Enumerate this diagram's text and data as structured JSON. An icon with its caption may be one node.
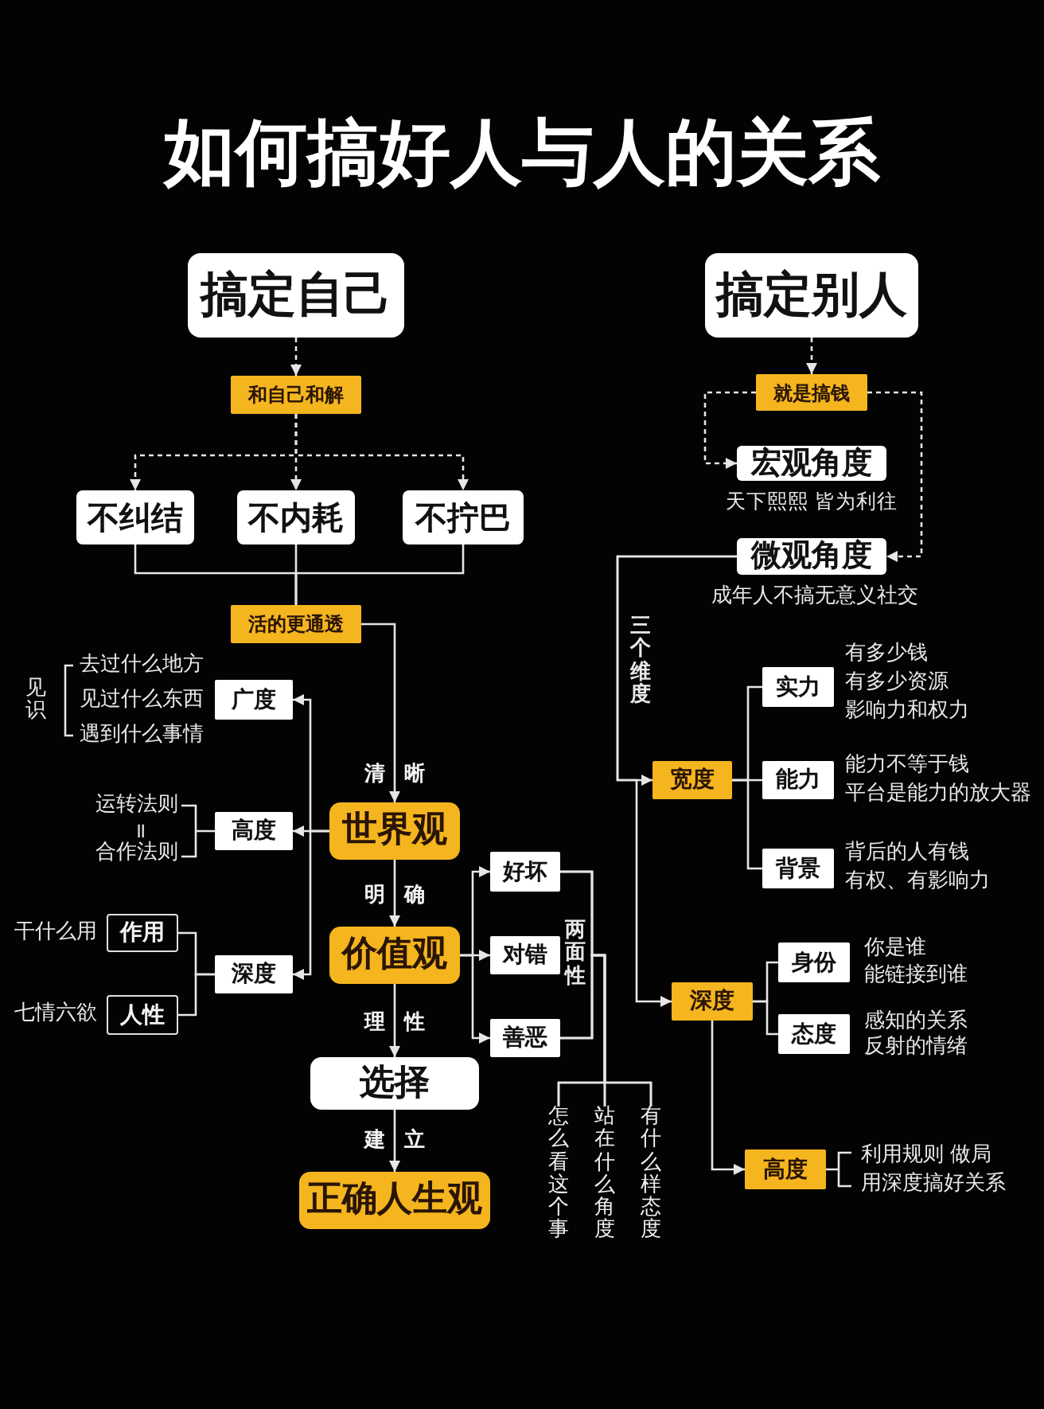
{
  "diagram": {
    "title": "如何搞好人与人的关系",
    "nodes": [
      {
        "text": [
          "搞定自己"
        ]
      },
      {
        "text": [
          "搞定别人"
        ]
      },
      {
        "text": [
          "和自己和解"
        ]
      },
      {
        "text": [
          "就是搞钱"
        ]
      },
      {
        "text": [
          "宏观角度"
        ],
        "beside": [
          "天下熙熙 皆为利往"
        ]
      },
      {
        "text": [
          "不纠结"
        ]
      },
      {
        "text": [
          "不内耗"
        ]
      },
      {
        "text": [
          "不拧巴"
        ]
      },
      {
        "text": [
          "微观角度"
        ],
        "beside": [
          "成年人不搞无意义社交"
        ]
      },
      {
        "text": [
          "活的更通透"
        ]
      },
      {
        "text": [
          "广度"
        ],
        "beside": [
          "见识",
          "去过什么地方",
          "见过什么东西",
          "遇到什么事情"
        ]
      },
      {
        "text": [
          "实力"
        ],
        "beside": [
          "有多少钱",
          "有多少资源",
          "影响力和权力"
        ]
      },
      {
        "text": [
          "宽度"
        ]
      },
      {
        "text": [
          "能力"
        ],
        "beside": [
          "能力不等于钱",
          "平台是能力的放大器"
        ]
      },
      {
        "text": [
          "高度"
        ],
        "beside": [
          "运转法则",
          "=",
          "合作法则"
        ]
      },
      {
        "text": [
          "世界观"
        ]
      },
      {
        "text": [
          "好坏"
        ]
      },
      {
        "text": [
          "背景"
        ],
        "beside": [
          "背后的人有钱",
          "有权、有影响力"
        ]
      },
      {
        "text": [
          "作用"
        ],
        "beside": [
          "干什么用"
        ]
      },
      {
        "text": [
          "价值观"
        ]
      },
      {
        "text": [
          "对错"
        ]
      },
      {
        "text": [
          "身份"
        ],
        "beside": [
          "你是谁",
          "能链接到谁"
        ]
      },
      {
        "text": [
          "深度"
        ]
      },
      {
        "text": [
          "深度"
        ]
      },
      {
        "text": [
          "人性"
        ],
        "beside": [
          "七情六欲"
        ]
      },
      {
        "text": [
          "善恶"
        ]
      },
      {
        "text": [
          "态度"
        ],
        "beside": [
          "感知的关系",
          "反射的情绪"
        ]
      },
      {
        "text": [
          "选择"
        ]
      },
      {
        "text": [
          "怎么看这个事"
        ]
      },
      {
        "text": [
          "站在什么角度"
        ]
      },
      {
        "text": [
          "有什么样态度"
        ]
      },
      {
        "text": [
          "高度"
        ],
        "beside": [
          "利用规则 做局",
          "用深度搞好关系"
        ]
      },
      {
        "text": [
          "正确人生观"
        ]
      }
    ],
    "edges": [
      {
        "from": 0,
        "to": 2,
        "arrow": "to",
        "style": "dashed"
      },
      {
        "from": 1,
        "to": 3,
        "arrow": "to",
        "style": "dashed"
      },
      {
        "from": 2,
        "to": 5,
        "arrow": "to",
        "style": "dashed"
      },
      {
        "from": 2,
        "to": 6,
        "arrow": "to",
        "style": "dashed"
      },
      {
        "from": 2,
        "to": 7,
        "arrow": "to",
        "style": "dashed"
      },
      {
        "from": 3,
        "to": 4,
        "arrow": "to",
        "style": "dashed"
      },
      {
        "from": 3,
        "to": 8,
        "arrow": "to",
        "style": "dashed"
      },
      {
        "from": 5,
        "to": 9,
        "arrow": "none"
      },
      {
        "from": 6,
        "to": 9,
        "arrow": "none"
      },
      {
        "from": 7,
        "to": 9,
        "arrow": "none"
      },
      {
        "from": 9,
        "to": 15,
        "arrow": "to",
        "label": "清晰"
      },
      {
        "from": 15,
        "to": 10,
        "arrow": "to"
      },
      {
        "from": 15,
        "to": 14,
        "arrow": "to"
      },
      {
        "from": 15,
        "to": 22,
        "arrow": "to"
      },
      {
        "from": 18,
        "to": 22,
        "arrow": "none"
      },
      {
        "from": 24,
        "to": 22,
        "arrow": "none"
      },
      {
        "from": 15,
        "to": 19,
        "arrow": "to",
        "label": "明确"
      },
      {
        "from": 19,
        "to": 16,
        "arrow": "to"
      },
      {
        "from": 19,
        "to": 20,
        "arrow": "to"
      },
      {
        "from": 19,
        "to": 25,
        "arrow": "to"
      },
      {
        "from": 16,
        "to": 28,
        "arrow": "none"
      },
      {
        "from": 16,
        "to": 29,
        "arrow": "none"
      },
      {
        "from": 16,
        "to": 30,
        "arrow": "none"
      },
      {
        "from": 25,
        "to": 28,
        "arrow": "none"
      },
      {
        "from": 25,
        "to": 29,
        "arrow": "none"
      },
      {
        "from": 25,
        "to": 30,
        "arrow": "none"
      },
      {
        "from": 19,
        "to": 27,
        "arrow": "to",
        "label": "理性"
      },
      {
        "from": 27,
        "to": 32,
        "arrow": "to",
        "label": "建立"
      },
      {
        "from": 8,
        "to": 12,
        "arrow": "to"
      },
      {
        "from": 8,
        "to": 23,
        "arrow": "to"
      },
      {
        "from": 12,
        "to": 11,
        "arrow": "none"
      },
      {
        "from": 12,
        "to": 13,
        "arrow": "none"
      },
      {
        "from": 12,
        "to": 17,
        "arrow": "none"
      },
      {
        "from": 23,
        "to": 21,
        "arrow": "none"
      },
      {
        "from": 23,
        "to": 26,
        "arrow": "none"
      },
      {
        "from": 23,
        "to": 31,
        "arrow": "to"
      }
    ],
    "labels": [
      "三个维度",
      "两面性"
    ]
  }
}
